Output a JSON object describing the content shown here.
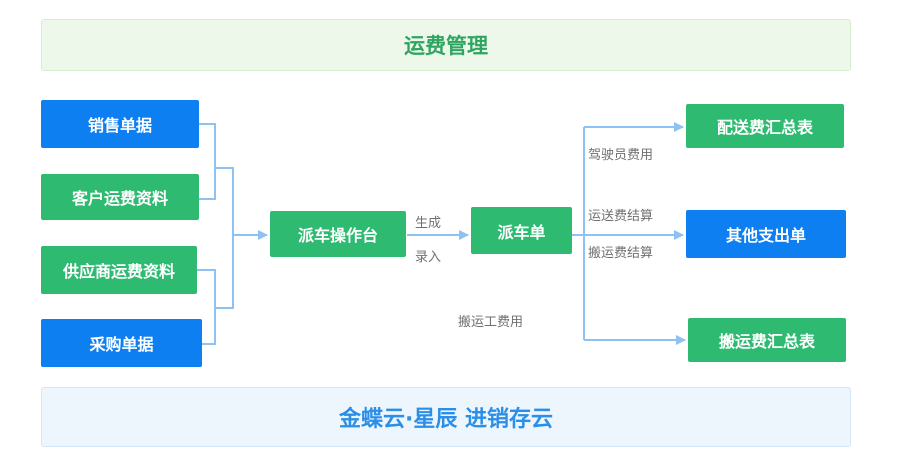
{
  "header": {
    "title": "运费管理"
  },
  "footer": {
    "title": "金蝶云·星辰 进销存云"
  },
  "sources": {
    "sales_doc": "销售单据",
    "customer_freight": "客户运费资料",
    "supplier_freight": "供应商运费资料",
    "purchase_doc": "采购单据"
  },
  "workbench": "派车操作台",
  "dispatch": "派车单",
  "outputs": {
    "delivery_summary": "配送费汇总表",
    "other_expense": "其他支出单",
    "handling_summary": "搬运费汇总表"
  },
  "labels": {
    "generate": "生成",
    "input": "录入",
    "driver_cost": "驾驶员费用",
    "delivery_settle": "运送费结算",
    "handling_settle": "搬运费结算",
    "porter_cost": "搬运工费用"
  },
  "colors": {
    "blue": "#0e7ff0",
    "green": "#2fba72",
    "connector": "#8ec2f2"
  }
}
